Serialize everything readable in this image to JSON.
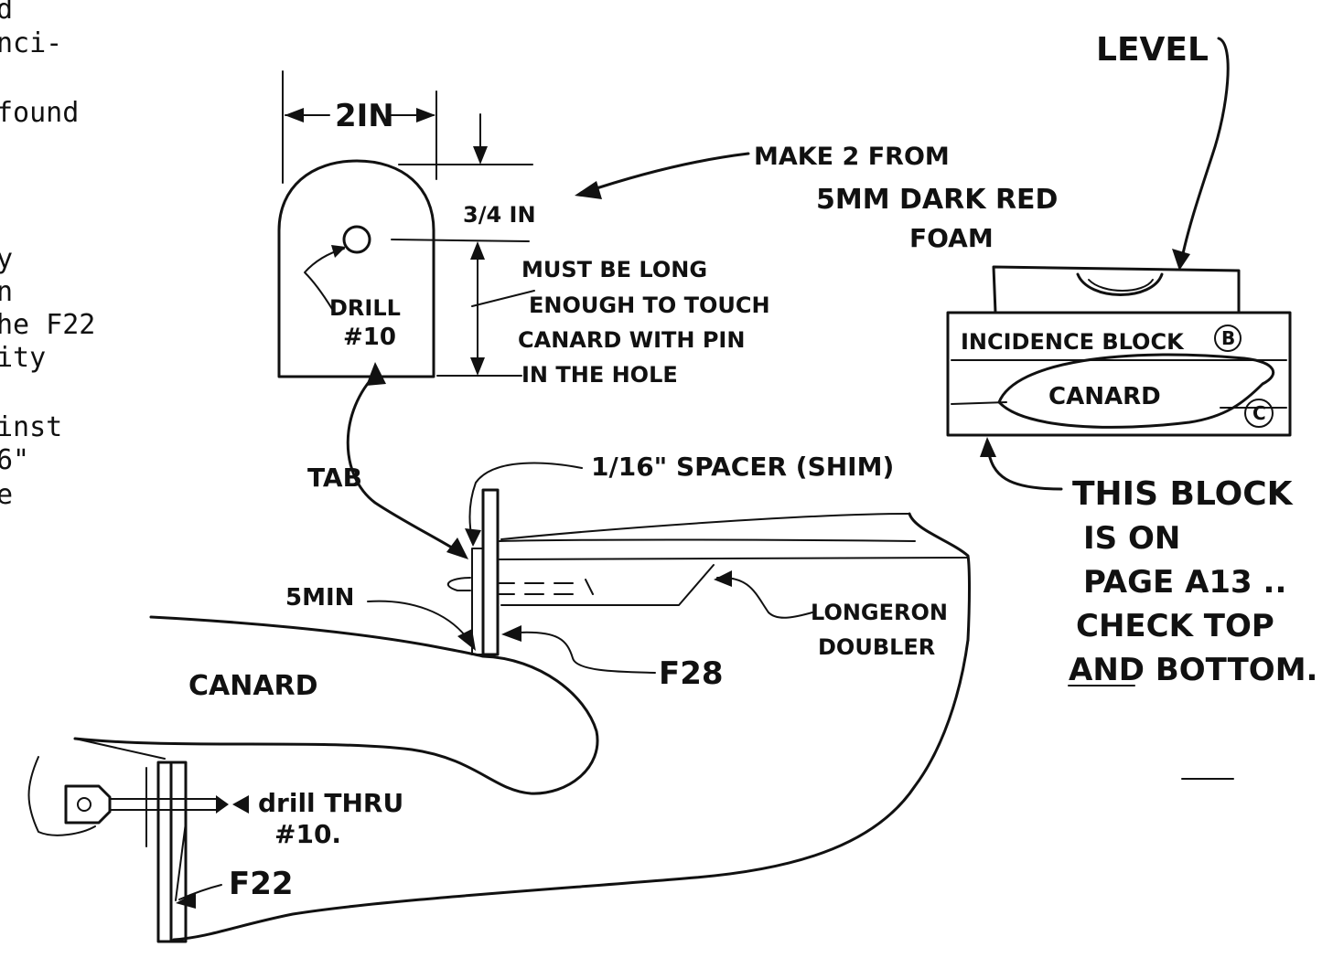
{
  "margin_text": [
    "d",
    "nci-",
    "",
    "found",
    "",
    "",
    "",
    "y",
    "n",
    "he F22",
    "ity",
    "",
    "inst",
    "6\"",
    "e"
  ],
  "tab_detail": {
    "width_label": "2IN",
    "top_dim_label": "3/4 IN",
    "drill_label": [
      "DRILL",
      "#10"
    ],
    "height_note": [
      "MUST BE LONG",
      "ENOUGH TO TOUCH",
      "CANARD WITH PIN",
      "IN THE HOLE"
    ],
    "make_note": [
      "MAKE 2 FROM",
      "5MM DARK RED",
      "FOAM"
    ]
  },
  "level_detail": {
    "level_label": "LEVEL",
    "block_label": "INCIDENCE BLOCK",
    "block_letter": "B",
    "canard_label": "CANARD",
    "canard_letter": "C",
    "block_note": [
      "THIS BLOCK",
      "IS ON",
      "PAGE A13 ..",
      "CHECK TOP",
      "AND BOTTOM."
    ]
  },
  "assembly": {
    "tab_label": "TAB",
    "spacer_label": "1/16\" SPACER (SHIM)",
    "gap_label": "5MIN",
    "longeron_label": [
      "LONGERON",
      "DOUBLER"
    ],
    "canard_label": "CANARD",
    "f28_label": "F28",
    "drill_note": [
      "drill THRU",
      "#10."
    ],
    "f22_label": "F22"
  }
}
